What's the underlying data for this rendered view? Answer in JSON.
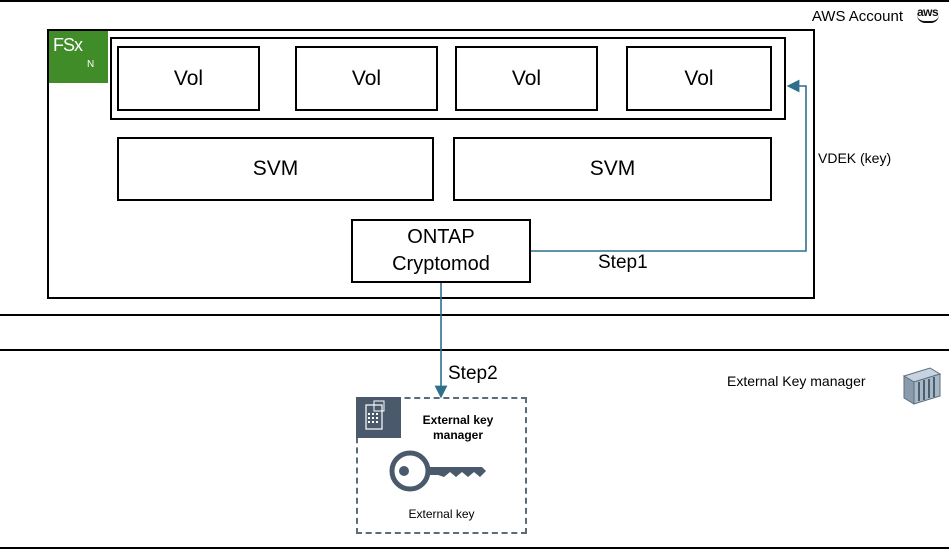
{
  "aws_account": {
    "label": "AWS Account",
    "logo_text": "aws"
  },
  "fsx": {
    "logo_text": "FSx",
    "logo_sub": "N"
  },
  "volumes": [
    {
      "label": "Vol"
    },
    {
      "label": "Vol"
    },
    {
      "label": "Vol"
    },
    {
      "label": "Vol"
    }
  ],
  "svms": [
    {
      "label": "SVM"
    },
    {
      "label": "SVM"
    }
  ],
  "ontap": {
    "line1": "ONTAP",
    "line2": "Cryptomod"
  },
  "connectors": {
    "vdek_label": "VDEK (key)",
    "step1": "Step1",
    "step2": "Step2"
  },
  "external_region": {
    "label": "External Key manager"
  },
  "ekm_card": {
    "title": "External key manager",
    "subtitle": "External key"
  },
  "colors": {
    "fsx_green": "#3f8c28",
    "arrow": "#2f6f8a",
    "badge": "#4a5a6c",
    "key_icon": "#4a5a6c"
  }
}
